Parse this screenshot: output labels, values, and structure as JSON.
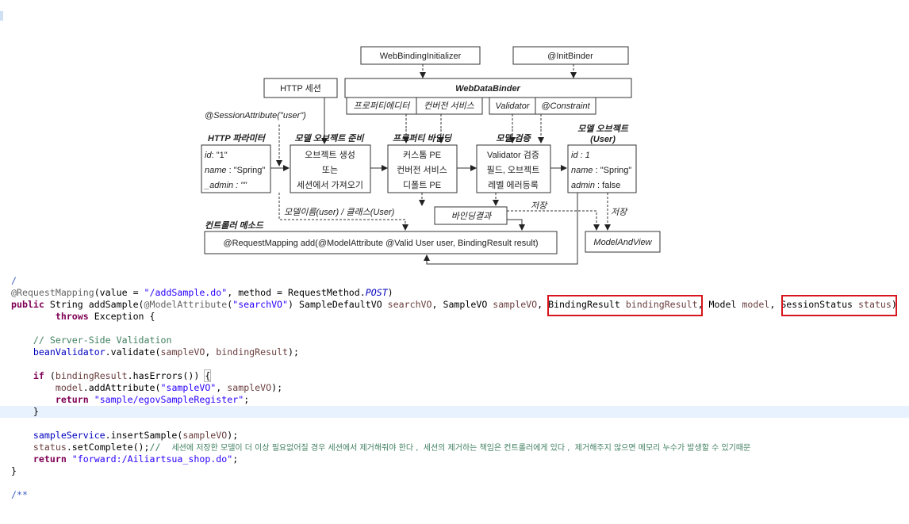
{
  "diagram": {
    "web_binding_initializer": "WebBindingInitializer",
    "init_binder": "@InitBinder",
    "web_data_binder": "WebDataBinder",
    "property_editor": "프로퍼티에디터",
    "conversion_service": "컨버전 서비스",
    "validator": "Validator",
    "constraint": "@Constraint",
    "http_session": "HTTP 세션",
    "session_attribute": "@SessionAttribute(\"user\")",
    "http_params_title": "HTTP 파라미터",
    "http_params": [
      {
        "key": "id",
        "sep": ": ",
        "value": "\"1\""
      },
      {
        "key": "name",
        "sep": " : ",
        "value": "\"Spring\""
      },
      {
        "key": "_admin",
        "sep": " : ",
        "value": "\"\""
      }
    ],
    "model_prep_title": "모델 오브젝트 준비",
    "model_prep_lines": [
      "오브젝트 생성",
      "또는",
      "세션에서 가져오기"
    ],
    "property_binding_title": "프로퍼티 바인딩",
    "property_binding_lines": [
      "커스톰 PE",
      "컨버전 서비스",
      "디폴트 PE"
    ],
    "model_validation_title": "모델 검증",
    "model_validation_lines": [
      "Validator 검증",
      "필드, 오브젝트",
      "레벨 에러등록"
    ],
    "model_object_title": "모델 오브젝트",
    "model_object_subtitle": "(User)",
    "model_object_fields": [
      {
        "key": "id",
        "sep": " : ",
        "value": "1"
      },
      {
        "key": "name",
        "sep": " : ",
        "value": "\"Spring\""
      },
      {
        "key": "admin",
        "sep": " : ",
        "value": "false"
      }
    ],
    "binding_result": "바인딩결과",
    "save_label_1": "저장",
    "save_label_2": "저장",
    "model_name_class": "모델이름(user) / 클래스(User)",
    "controller_method_title": "컨트롤러 메소드",
    "controller_method": "@RequestMapping add(@ModelAttribute @Valid User user, BindingResult result)",
    "model_and_view": "ModelAndView"
  },
  "code": {
    "line0": "/",
    "line1": {
      "annotation": "@RequestMapping",
      "a": "(value = ",
      "value": "\"/addSample.do\"",
      "b": ", method = RequestMethod.",
      "method": "POST",
      "c": ")"
    },
    "line2": {
      "kw_public": "public",
      "a": " String addSample(",
      "model_attr": "@ModelAttribute",
      "b": "(",
      "search_vo_str": "\"searchVO\"",
      "c": ") SampleDefaultVO ",
      "search_vo": "searchVO",
      "d": ", SampleVO ",
      "sample_vo": "sampleVO",
      "e": ", BindingResult ",
      "binding_result": "bindingResult",
      "f": ", Model ",
      "model": "model",
      "g": ", SessionStatus ",
      "status": "status",
      "h": ")"
    },
    "line3": {
      "kw_throws": "throws",
      "rest": " Exception {"
    },
    "line5": "// Server-Side Validation",
    "line6": {
      "field": "beanValidator",
      "a": ".validate(",
      "v1": "sampleVO",
      "b": ", ",
      "v2": "bindingResult",
      "c": ");"
    },
    "line8": {
      "kw_if": "if",
      "a": " (",
      "v": "bindingResult",
      "b": ".hasErrors()) ",
      "brace": "{"
    },
    "line9": {
      "v": "model",
      "a": ".addAttribute(",
      "s": "\"sampleVO\"",
      "b": ", ",
      "v2": "sampleVO",
      "c": ");"
    },
    "line10": {
      "kw_return": "return",
      "a": " ",
      "s": "\"sample/egovSampleRegister\"",
      "b": ";"
    },
    "line11": "}",
    "line13": {
      "field": "sampleService",
      "a": ".insertSample(",
      "v": "sampleVO",
      "b": ");"
    },
    "line14": {
      "v": "status",
      "a": ".setComplete();",
      "comment_prefix": "//  ",
      "comment": "세션에 저장한 모델이 더 이상 필요없어질 경우 세션에서 제거해줘야 한다 ,  세션의 제거하는 책임은 컨트롤러에게 있다 ,  제거해주지 않으면 메모리 누수가 발생할 수 있기때문"
    },
    "line15": {
      "kw_return": "return",
      "a": " ",
      "s": "\"forward:/Ailiartsua_shop.do\"",
      "b": ";"
    },
    "line16": "}",
    "line18": "/**"
  }
}
